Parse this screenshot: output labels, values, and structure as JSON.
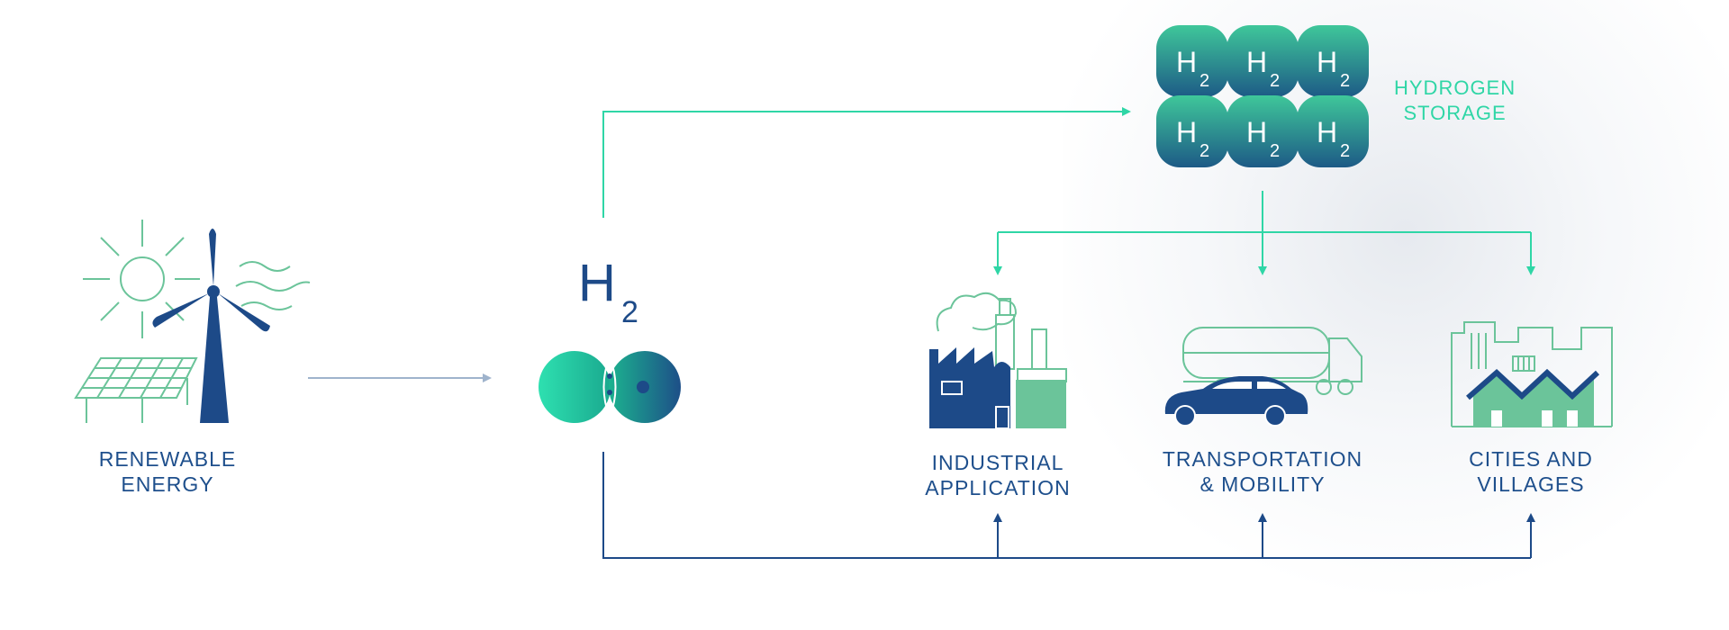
{
  "h2_symbol": {
    "letter": "H",
    "subscript": "2"
  },
  "nodes": {
    "renewable": {
      "line1": "RENEWABLE",
      "line2": "ENERGY"
    },
    "storage": {
      "line1": "HYDROGEN",
      "line2": "STORAGE"
    },
    "industrial": {
      "line1": "INDUSTRIAL",
      "line2": "APPLICATION"
    },
    "transport": {
      "line1": "TRANSPORTATION",
      "line2": "& MOBILITY"
    },
    "cities": {
      "line1": "CITIES AND",
      "line2": "VILLAGES"
    }
  },
  "colors": {
    "navy": "#1d4a88",
    "teal": "#2fd6a6",
    "mint": "#6bc49a",
    "grey_arrow": "#9fb3cc"
  },
  "icons": [
    "sun-icon",
    "wind-turbine-icon",
    "solar-panel-icon",
    "wind-waves-icon",
    "h2-molecule-icon",
    "h2-storage-tanks-icon",
    "factory-icon",
    "car-icon",
    "truck-icon",
    "houses-icon"
  ]
}
